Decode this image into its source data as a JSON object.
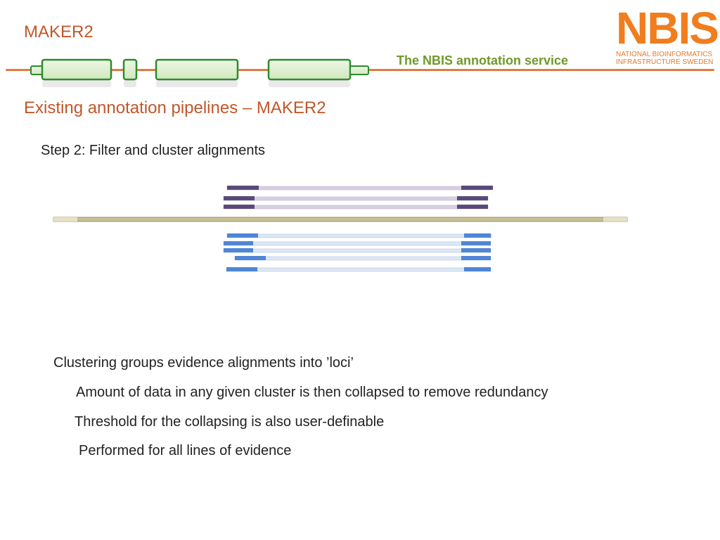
{
  "header": {
    "slide_label": "MAKER2",
    "service_title": "The NBIS annotation service"
  },
  "logo": {
    "mark_text": "NBIS",
    "subtitle_line1": "NATIONAL BIOINFORMATICS",
    "subtitle_line2": "INFRASTRUCTURE SWEDEN"
  },
  "title": "Existing annotation pipelines – MAKER2",
  "step_heading": "Step 2: Filter and cluster alignments",
  "bullets": [
    "Clustering groups evidence alignments into ’loci’",
    "Amount of data in any given cluster is then collapsed to remove redundancy",
    "Threshold for the collapsing is also user-definable",
    "Performed for all lines of evidence"
  ],
  "colors": {
    "accent_orange": "#e07a3e",
    "title_orange": "#c0582a",
    "service_green": "#6e9a2a",
    "exon_fill": "#d9efc9",
    "exon_border": "#2e8b2e",
    "protein_dark": "#5a4a7a",
    "protein_light": "#d8cfe2",
    "est_blue": "#4f86d6",
    "est_light": "#dde8f4",
    "genome_bar": "#c8bf94"
  },
  "icons": {
    "logo": "nbis-logo",
    "dna_helix": "dna-helix-icon"
  }
}
